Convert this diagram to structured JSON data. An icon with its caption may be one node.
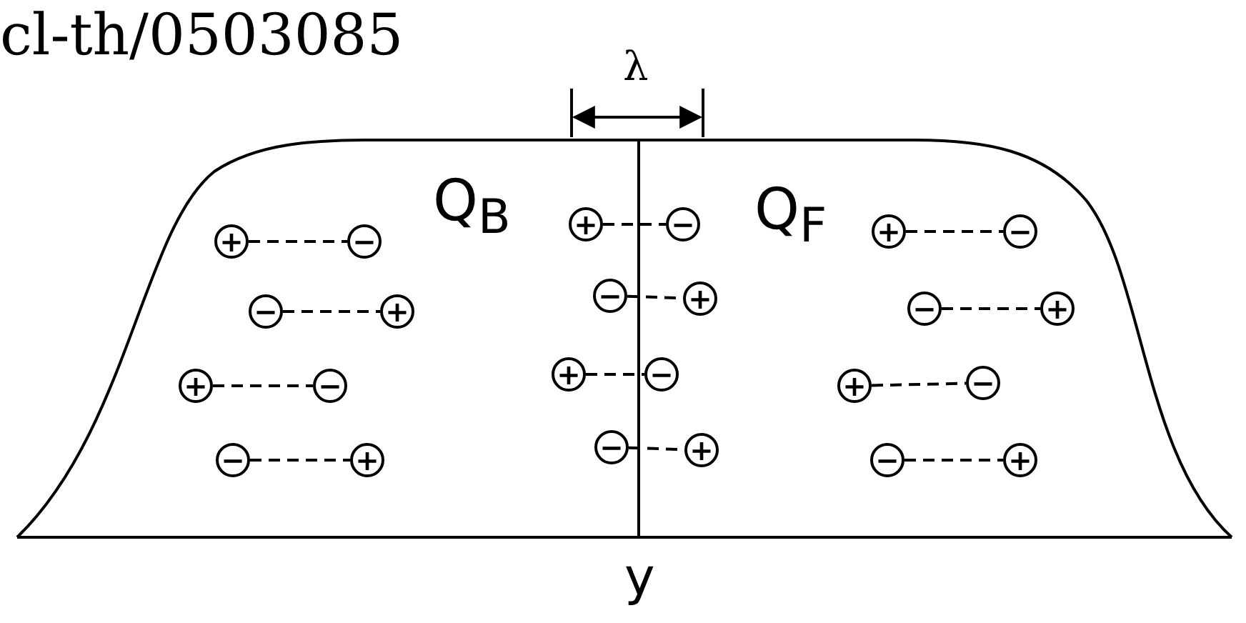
{
  "diagram": {
    "nodes": [
      {
        "text": [
          "+"
        ]
      },
      {
        "text": [
          "−"
        ]
      },
      {
        "text": [
          "+"
        ]
      },
      {
        "text": [
          "−"
        ]
      },
      {
        "text": [
          "+"
        ]
      },
      {
        "text": [
          "−"
        ]
      },
      {
        "text": [
          "−"
        ]
      },
      {
        "text": [
          "+"
        ]
      },
      {
        "text": [
          "−"
        ]
      },
      {
        "text": [
          "+"
        ]
      },
      {
        "text": [
          "−"
        ]
      },
      {
        "text": [
          "+"
        ]
      },
      {
        "text": [
          "+"
        ]
      },
      {
        "text": [
          "−"
        ]
      },
      {
        "text": [
          "+"
        ]
      },
      {
        "text": [
          "−"
        ]
      },
      {
        "text": [
          "+"
        ]
      },
      {
        "text": [
          "−"
        ]
      },
      {
        "text": [
          "−"
        ]
      },
      {
        "text": [
          "+"
        ]
      },
      {
        "text": [
          "−"
        ]
      },
      {
        "text": [
          "+"
        ]
      },
      {
        "text": [
          "−"
        ]
      },
      {
        "text": [
          "+"
        ]
      }
    ],
    "edges": [
      {
        "from": 0,
        "to": 1,
        "arrow": "none",
        "style": "dashed"
      },
      {
        "from": 2,
        "to": 3,
        "arrow": "none",
        "style": "dashed"
      },
      {
        "from": 4,
        "to": 5,
        "arrow": "none",
        "style": "dashed"
      },
      {
        "from": 6,
        "to": 7,
        "arrow": "none",
        "style": "dashed"
      },
      {
        "from": 8,
        "to": 9,
        "arrow": "none",
        "style": "dashed"
      },
      {
        "from": 10,
        "to": 11,
        "arrow": "none",
        "style": "dashed"
      },
      {
        "from": 12,
        "to": 13,
        "arrow": "none",
        "style": "dashed"
      },
      {
        "from": 14,
        "to": 15,
        "arrow": "none",
        "style": "dashed"
      },
      {
        "from": 16,
        "to": 17,
        "arrow": "none",
        "style": "dashed"
      },
      {
        "from": 18,
        "to": 19,
        "arrow": "none",
        "style": "dashed"
      },
      {
        "from": 20,
        "to": 21,
        "arrow": "none",
        "style": "dashed"
      },
      {
        "from": 22,
        "to": 23,
        "arrow": "none",
        "style": "dashed"
      }
    ],
    "labels": [
      "cl-th/0503085",
      "λ",
      "Q$_{B}$",
      "Q$_{F}$",
      "y"
    ]
  }
}
